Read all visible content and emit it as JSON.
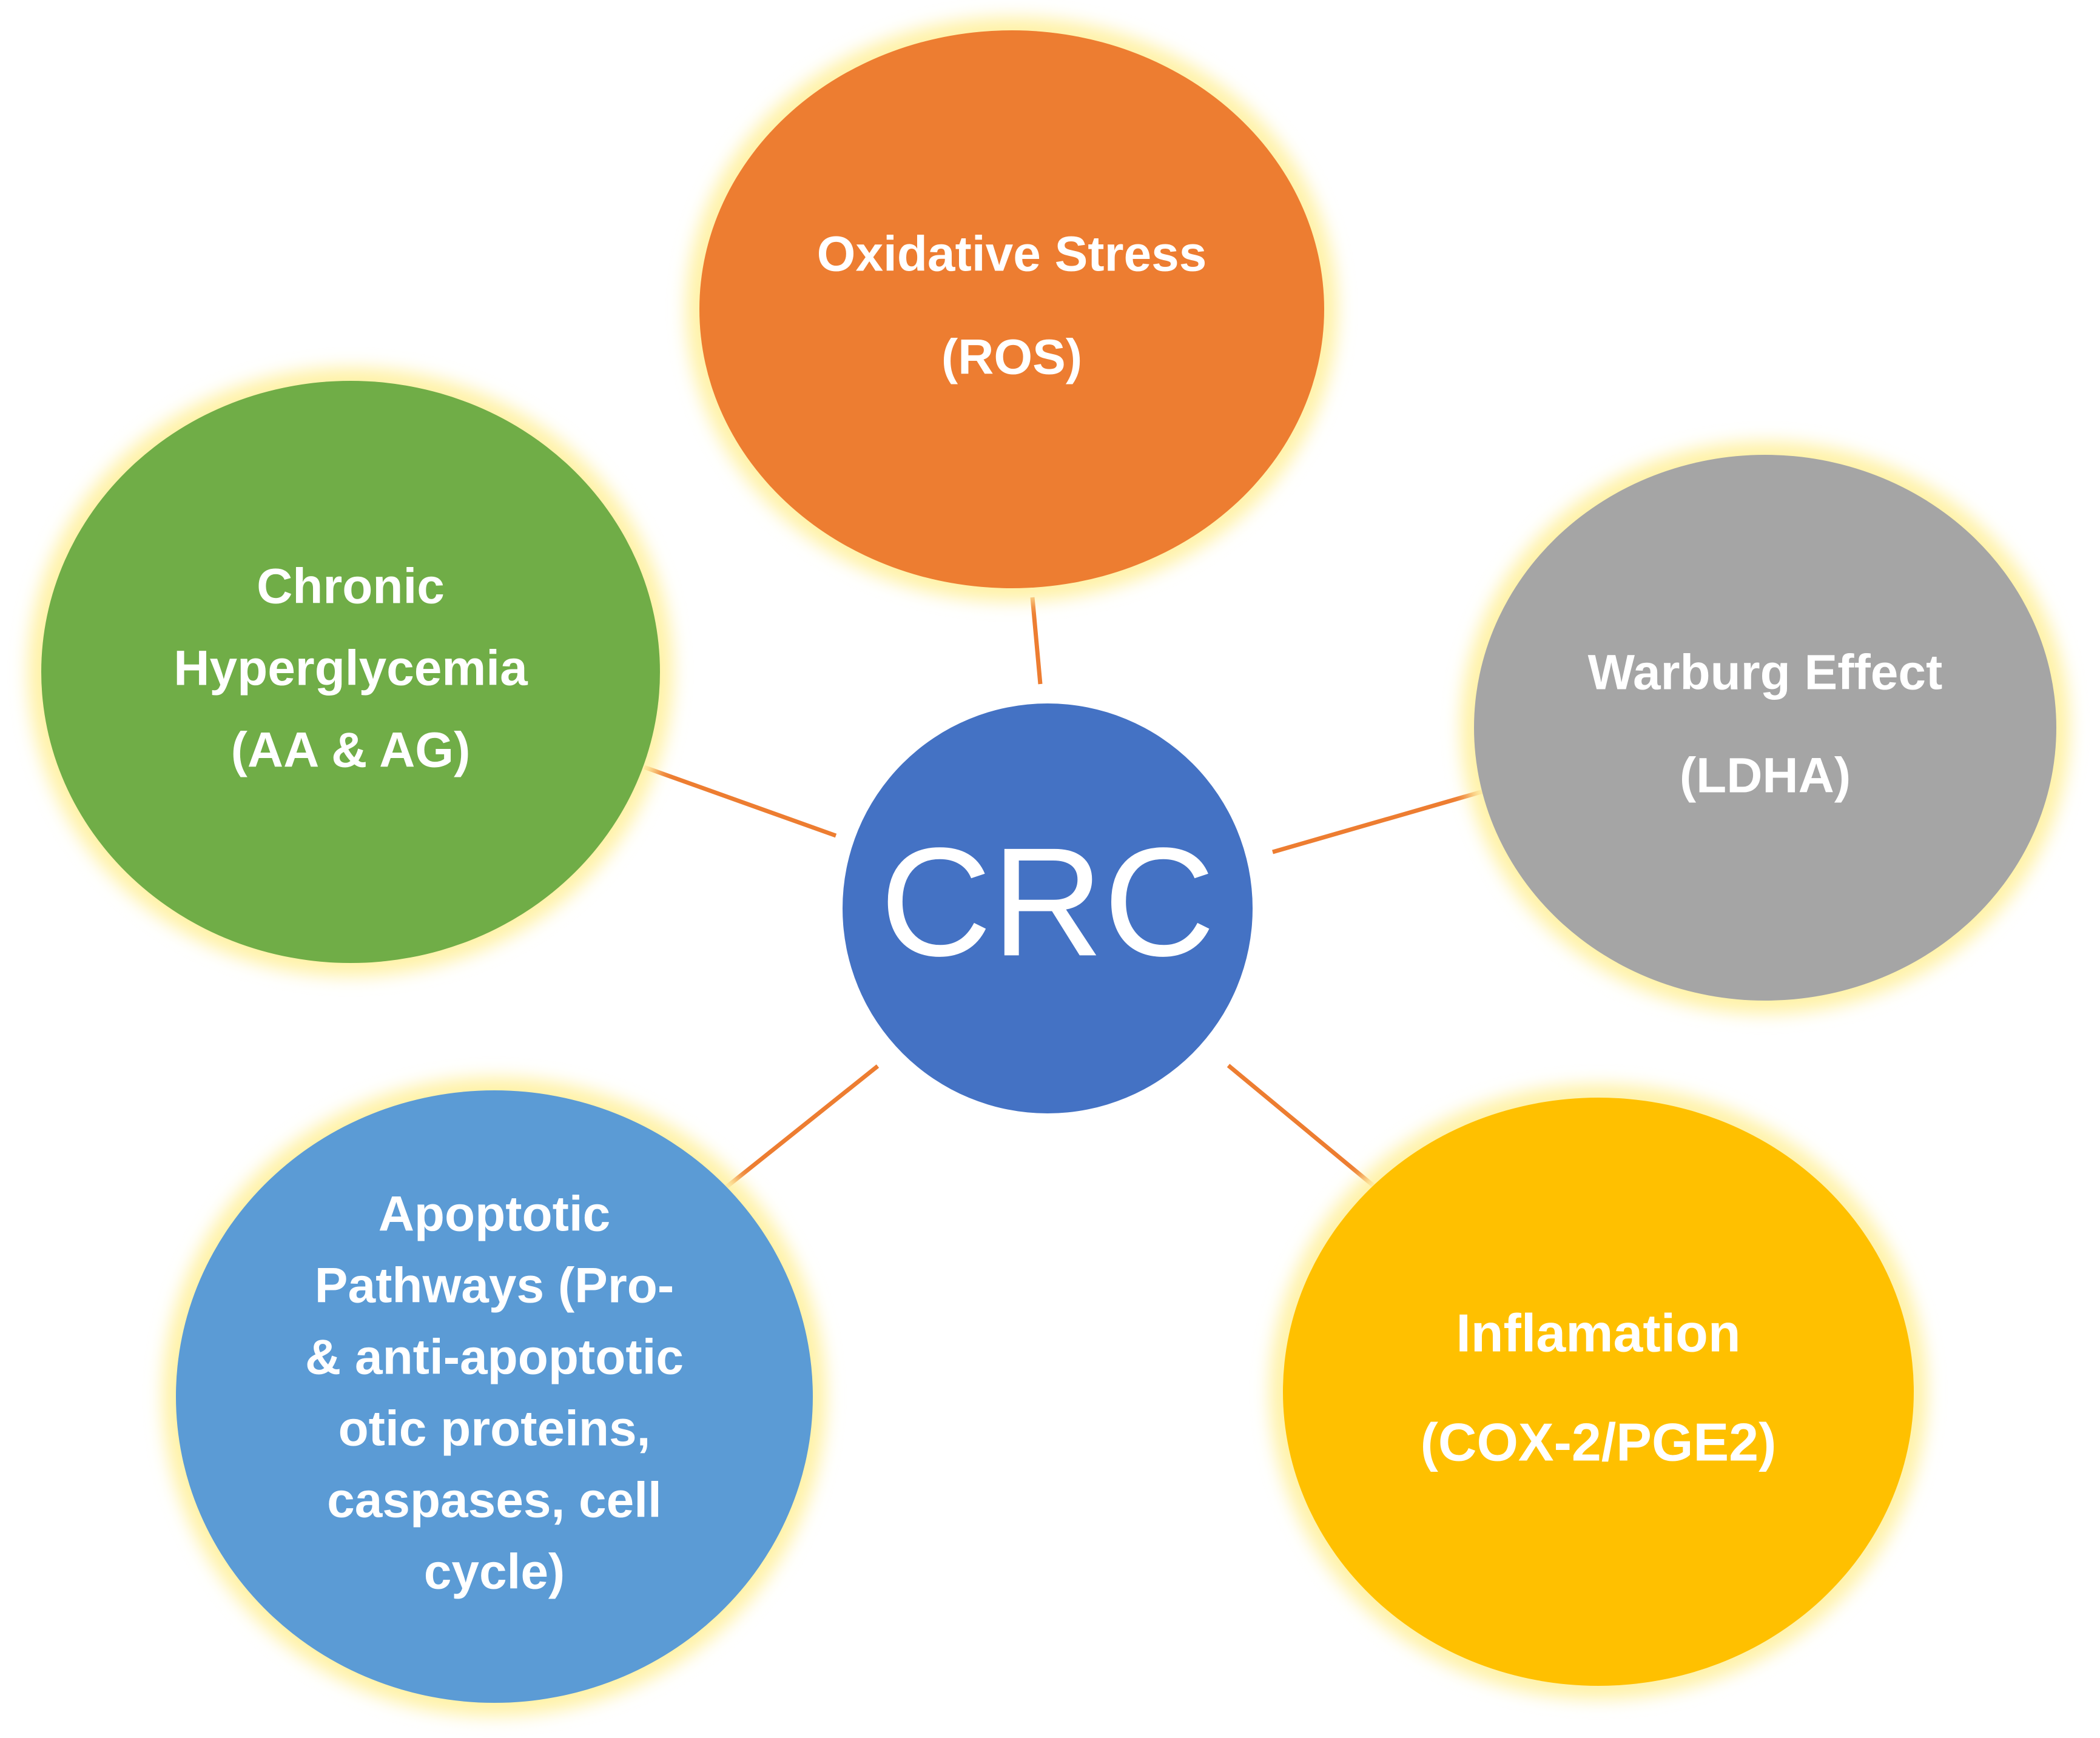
{
  "center": {
    "label": "CRC",
    "color": "#4472C4"
  },
  "connector_color": "#ED7D31",
  "glow_color": "#FFF2A8",
  "nodes": [
    {
      "id": "oxidative-stress",
      "color": "#ED7D31",
      "lines": [
        "Oxidative Stress",
        "(ROS)"
      ]
    },
    {
      "id": "warburg-effect",
      "color": "#A5A5A5",
      "lines": [
        "Warburg Effect",
        "(LDHA)"
      ]
    },
    {
      "id": "inflamation",
      "color": "#FFC000",
      "lines": [
        "Inflamation",
        "(COX-2/PGE2)"
      ]
    },
    {
      "id": "apoptotic-pathways",
      "color": "#5B9BD5",
      "lines": [
        "Apoptotic",
        "Pathways (Pro-",
        "& anti-apoptotic",
        "otic proteins,",
        "caspases, cell",
        "cycle)"
      ]
    },
    {
      "id": "chronic-hyperglycemia",
      "color": "#70AD47",
      "lines": [
        "Chronic",
        "Hyperglycemia",
        "(AA & AG)"
      ]
    }
  ]
}
